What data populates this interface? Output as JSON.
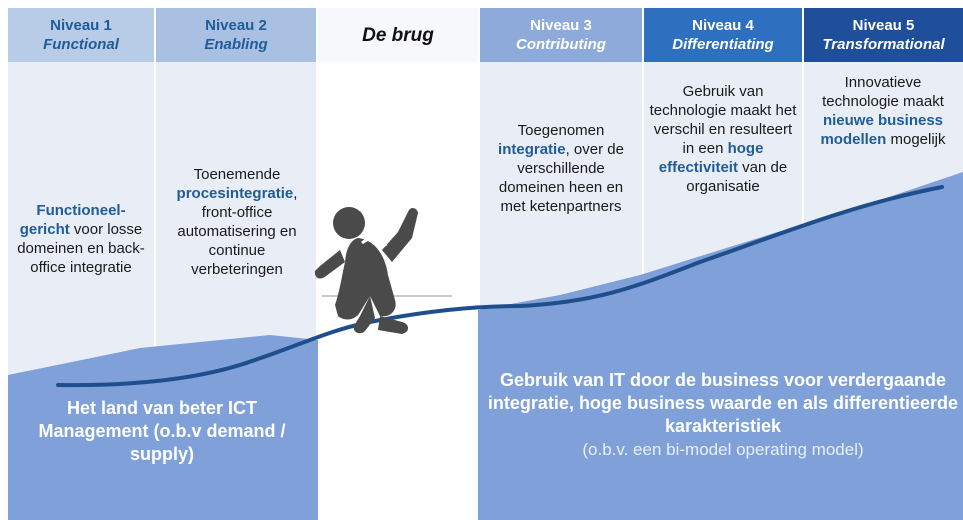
{
  "levels": [
    {
      "number": "Niveau 1",
      "name": "Functional"
    },
    {
      "number": "Niveau 2",
      "name": "Enabling"
    },
    {
      "number": "Niveau 3",
      "name": "Contributing"
    },
    {
      "number": "Niveau 4",
      "name": "Differentiating"
    },
    {
      "number": "Niveau 5",
      "name": "Transformational"
    }
  ],
  "bridge": {
    "label": "De brug"
  },
  "descriptions": {
    "level1": {
      "pre": "",
      "highlight": "Functioneel-gericht",
      "post": " voor losse domeinen en back-office integratie"
    },
    "level2": {
      "pre": "Toenemende ",
      "highlight": "procesintegratie",
      "post": ", front-office automatisering en continue verbeteringen"
    },
    "level3": {
      "pre": "Toegenomen ",
      "highlight": "integratie",
      "post": ", over de verschillende domeinen heen en met ketenpartners"
    },
    "level4": {
      "pre": "Gebruik van technologie maakt het verschil en resulteert in een ",
      "highlight": "hoge effectiviteit",
      "post": " van de organisatie"
    },
    "level5": {
      "pre": "Innovatieve technologie maakt ",
      "highlight": "nieuwe business modellen",
      "post": " mogelijk"
    }
  },
  "left_land": {
    "text": "Het land van beter ICT Management (o.b.v demand / supply)"
  },
  "right_land": {
    "text": "Gebruik van IT door de business voor verdergaande integratie, hoge business waarde en als differentieerde karakteristiek",
    "subtext": "(o.b.v. een bi-model operating model)"
  },
  "colors": {
    "level1_header": "#b8cce8",
    "level2_header": "#a9c0e2",
    "level3_header": "#8eaadb",
    "level4_header": "#2f6fc0",
    "level5_header": "#1f4e9a",
    "column_bg": "#e9edf5",
    "land_fill": "#7fa0d8",
    "curve": "#1f4e8c",
    "highlight_text": "#1f5c99"
  }
}
